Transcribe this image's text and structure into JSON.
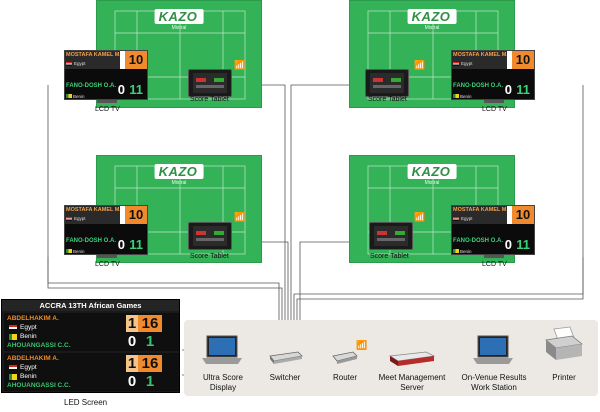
{
  "courts": [
    {
      "logo": "KAZO",
      "logo_sub": "Mistral"
    },
    {
      "logo": "KAZO",
      "logo_sub": "Mistral"
    },
    {
      "logo": "KAZO",
      "logo_sub": "Mistral"
    },
    {
      "logo": "KAZO",
      "logo_sub": "Mistral"
    }
  ],
  "tv": {
    "player1": "MOSTAFA KAMEL M.",
    "country1": "Egypt",
    "score1": "10",
    "player2": "FANO-DOSH O.A.",
    "country2": "Benin",
    "games2": "0",
    "score2": "11",
    "label": "LCD TV"
  },
  "tablet_label": "Score Tablet",
  "led": {
    "title": "ACCRA 13TH African Games",
    "rows": [
      {
        "player1": "ABDELHAKIM A.",
        "country1": "Egypt",
        "games1": "1",
        "score1": "16",
        "country2": "Benin",
        "player2": "AHOUANGASSI C.C.",
        "games2": "0",
        "score2": "1"
      },
      {
        "player1": "ABDELHAKIM A.",
        "country1": "Egypt",
        "games1": "1",
        "score1": "16",
        "country2": "Benin",
        "player2": "AHOUANGASSI C.C.",
        "games2": "0",
        "score2": "1"
      }
    ],
    "label": "LED Screen"
  },
  "devices": {
    "laptop1": {
      "line1": "Ultra Score",
      "line2": "Display"
    },
    "switcher": {
      "line1": "Switcher"
    },
    "router": {
      "line1": "Router"
    },
    "server": {
      "line1": "Meet Management",
      "line2": "Server"
    },
    "laptop2": {
      "line1": "On-Venue Results",
      "line2": "Work Station"
    },
    "printer": {
      "line1": "Printer"
    }
  },
  "colors": {
    "court_green": "#34b257",
    "score_orange": "#f08a2c",
    "score_green": "#39d27a",
    "venue_bg": "#ece9e4"
  }
}
